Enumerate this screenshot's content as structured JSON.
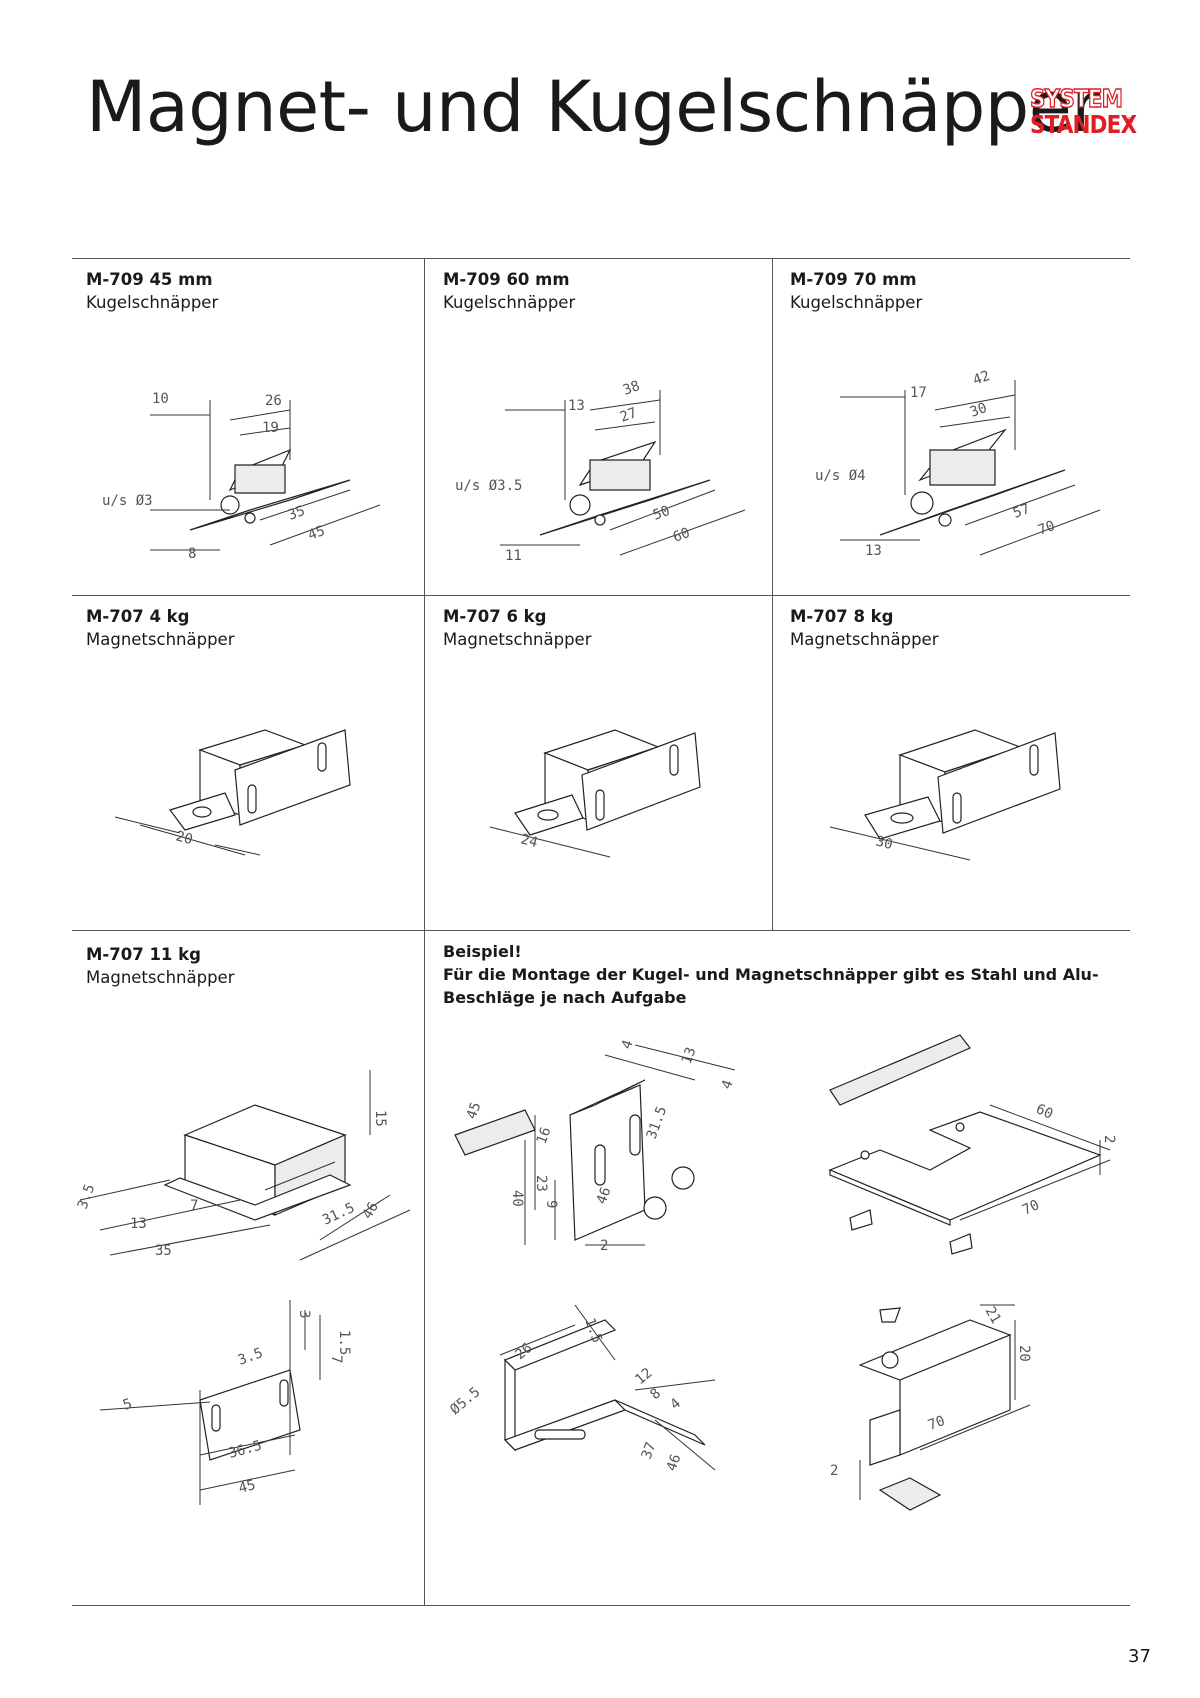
{
  "page_title": "Magnet- und Kugelschnäpper",
  "logo": {
    "line1": "SYSTEM",
    "line2": "STANDEX",
    "mark": "®",
    "color": "#e11d23"
  },
  "products": [
    {
      "code": "M-709 45 mm",
      "desc": "Kugelschnäpper",
      "dims": [
        "10",
        "26",
        "19",
        "u/s Ø3",
        "35",
        "45",
        "8"
      ]
    },
    {
      "code": "M-709 60 mm",
      "desc": "Kugelschnäpper",
      "dims": [
        "13",
        "38",
        "27",
        "u/s Ø3.5",
        "50",
        "60",
        "11"
      ]
    },
    {
      "code": "M-709 70 mm",
      "desc": "Kugelschnäpper",
      "dims": [
        "17",
        "42",
        "30",
        "u/s Ø4",
        "57",
        "70",
        "13"
      ]
    },
    {
      "code": "M-707 4 kg",
      "desc": "Magnetschnäpper",
      "dims": [
        "20"
      ]
    },
    {
      "code": "M-707 6 kg",
      "desc": "Magnetschnäpper",
      "dims": [
        "24"
      ]
    },
    {
      "code": "M-707 8 kg",
      "desc": "Magnetschnäpper",
      "dims": [
        "30"
      ]
    },
    {
      "code": "M-707 11 kg",
      "desc": "Magnetschnäpper",
      "dims": [
        "15",
        "3.5",
        "13",
        "7",
        "35",
        "31.5",
        "46"
      ],
      "plate_dims": [
        "3",
        "1.5",
        "7",
        "3.5",
        "5",
        "36.5",
        "45"
      ]
    }
  ],
  "example": {
    "heading": "Beispiel!",
    "text": "Für die Montage der Kugel- und Magnetschnäpper gibt es Stahl und Alu-Beschläge je nach Aufgabe",
    "drawing1_dims": [
      "4",
      "13",
      "4",
      "45",
      "31.5",
      "16",
      "23",
      "40",
      "9",
      "46",
      "2"
    ],
    "drawing2_dims": [
      "60",
      "2",
      "70"
    ],
    "drawing3_dims": [
      "1.5",
      "26",
      "Ø5.5",
      "12",
      "8",
      "4",
      "37",
      "46"
    ],
    "drawing4_dims": [
      "21",
      "20",
      "70",
      "2"
    ]
  },
  "page_number": "37"
}
